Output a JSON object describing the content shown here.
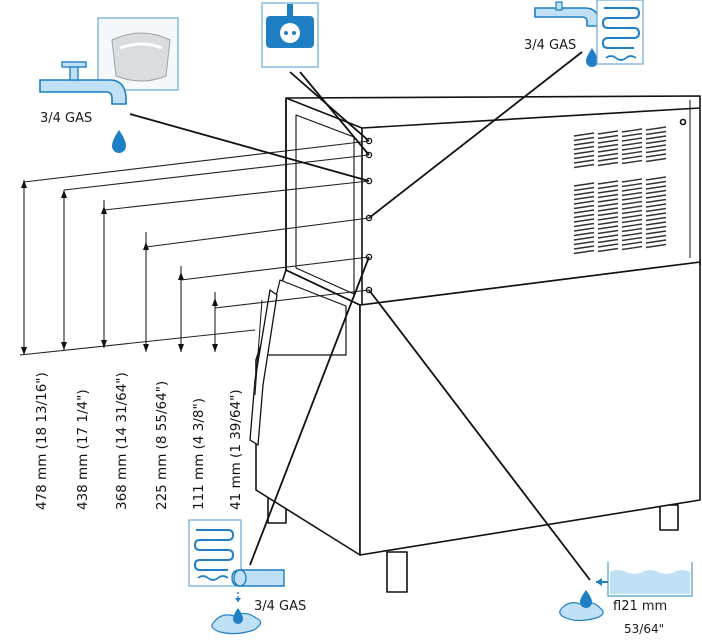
{
  "colors": {
    "icon_blue": "#1f7fc4",
    "icon_light": "#bfe0f5",
    "line": "#111111",
    "cabinet": "#ffffff"
  },
  "icons": {
    "power_socket": "power-socket-icon",
    "water_inlet_ice": "water-tap-ice-icon",
    "water_inlet_cooling": "water-tap-condenser-icon",
    "drain_cooling": "drain-condenser-icon",
    "drain_bin": "drain-bin-icon"
  },
  "labels": {
    "inlet_left_gas": "3/4 GAS",
    "inlet_right_gas": "3/4 GAS",
    "drain_left_gas": "3/4 GAS",
    "drain_right_mm": "fl21 mm",
    "drain_right_in": "53/64\""
  },
  "dimensions": [
    {
      "text": "478 mm (18 13/16\")"
    },
    {
      "text": "438 mm (17 1/4\")"
    },
    {
      "text": "368 mm (14 31/64\")"
    },
    {
      "text": "225 mm (8 55/64\")"
    },
    {
      "text": "111 mm (4 3/8\")"
    },
    {
      "text": "41 mm (1 39/64\")"
    }
  ]
}
